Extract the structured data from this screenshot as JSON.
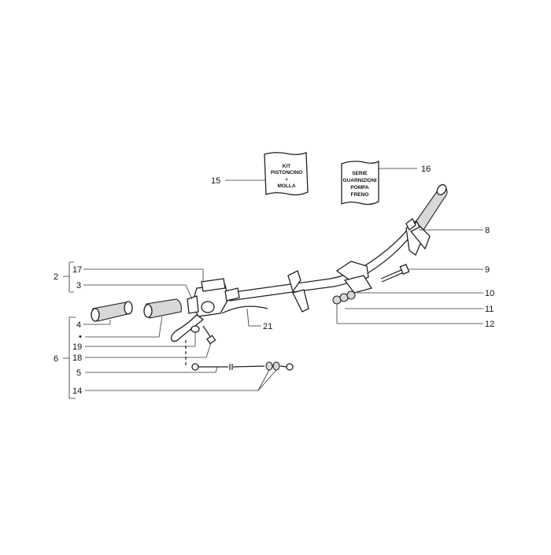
{
  "callouts": [
    "15",
    "16",
    "8",
    "2",
    "17",
    "3",
    "9",
    "10",
    "11",
    "12",
    "4",
    "21",
    "19",
    "6",
    "18",
    "5",
    "14"
  ],
  "bullet": "•",
  "kit_15": [
    "KIT",
    "PISTONCINO",
    "+",
    "MOLLA"
  ],
  "kit_16": [
    "SERIE",
    "GUARNIZIONI",
    "POMPA",
    "FRENO"
  ]
}
